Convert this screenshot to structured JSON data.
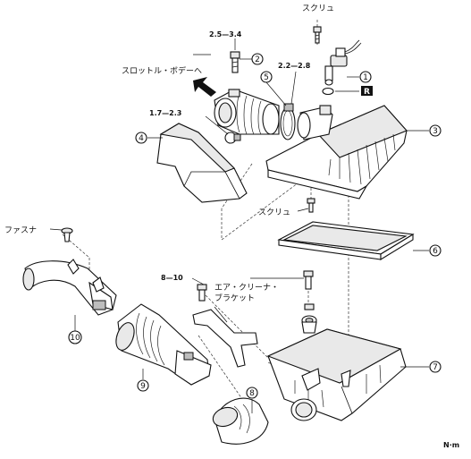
{
  "labels": {
    "screw_top": "スクリュ",
    "screw_mid": "スクリュ",
    "to_throttle": "スロットル・ボデーへ",
    "fastener": "ファスナ",
    "bracket_line1": "エア・クリーナ・",
    "bracket_line2": "ブラケット",
    "r_mark": "R",
    "unit": "N·m"
  },
  "torques": {
    "t1": "2.5—3.4",
    "t2": "2.2—2.8",
    "t3": "1.7—2.3",
    "t4": "8—10"
  },
  "parts": [
    {
      "n": "1",
      "glyph": "①"
    },
    {
      "n": "2",
      "glyph": "②"
    },
    {
      "n": "3",
      "glyph": "③"
    },
    {
      "n": "4",
      "glyph": "④"
    },
    {
      "n": "5",
      "glyph": "⑤"
    },
    {
      "n": "6",
      "glyph": "⑥"
    },
    {
      "n": "7",
      "glyph": "⑦"
    },
    {
      "n": "8",
      "glyph": "⑧"
    },
    {
      "n": "9",
      "glyph": "⑨"
    },
    {
      "n": "10",
      "glyph": "⑩"
    }
  ]
}
